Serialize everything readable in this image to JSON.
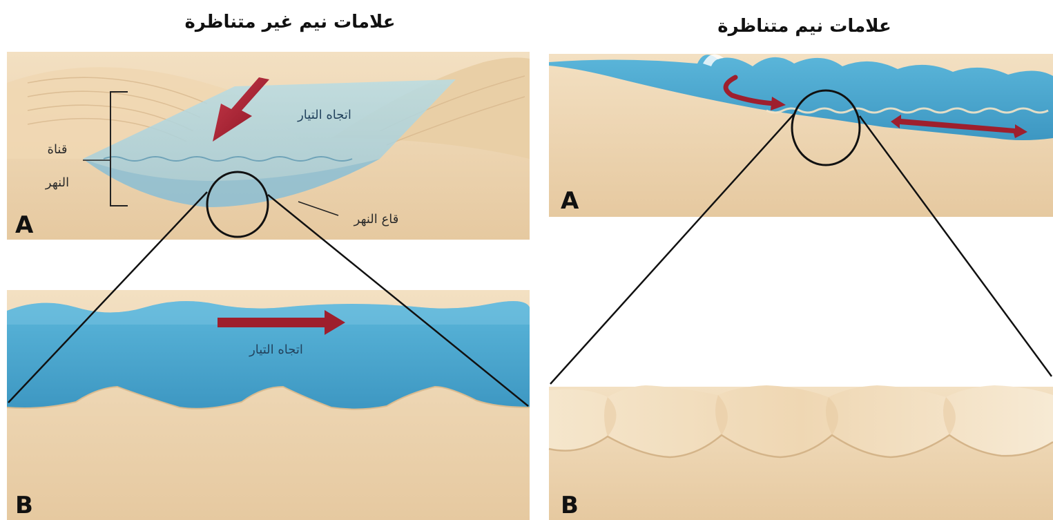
{
  "titles": {
    "asymmetric": "علامات نيم غير متناظرة",
    "symmetric": "علامات نيم متناظرة"
  },
  "left_panel": {
    "channel_label_line1": "قناة",
    "channel_label_line2": "النهر",
    "current_direction": "اتجاه التيار",
    "riverbed": "قاع النهر",
    "letter_a": "A",
    "letter_b": "B",
    "zoom_current_direction": "اتجاه التيار"
  },
  "right_panel": {
    "letter_a": "A",
    "letter_b": "B"
  },
  "colors": {
    "sand": "#ecd6b4",
    "water": "#4ea9cf",
    "arrow": "#9e1f2d"
  }
}
